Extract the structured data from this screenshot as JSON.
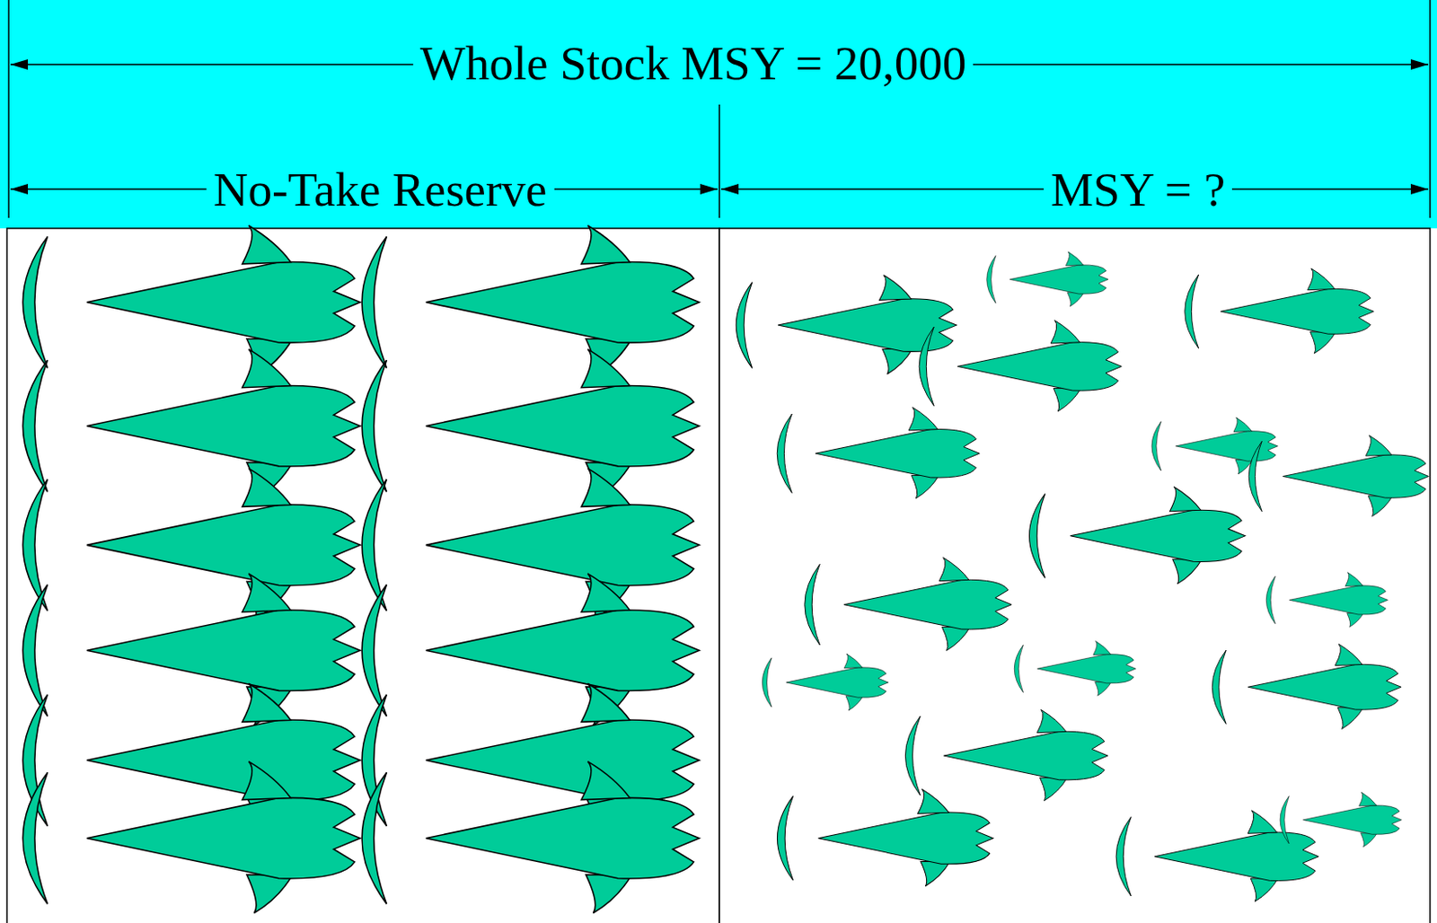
{
  "diagram": {
    "labels": [
      "Whole Stock MSY = 20,000",
      "No-Take Reserve",
      "MSY = ?"
    ]
  }
}
